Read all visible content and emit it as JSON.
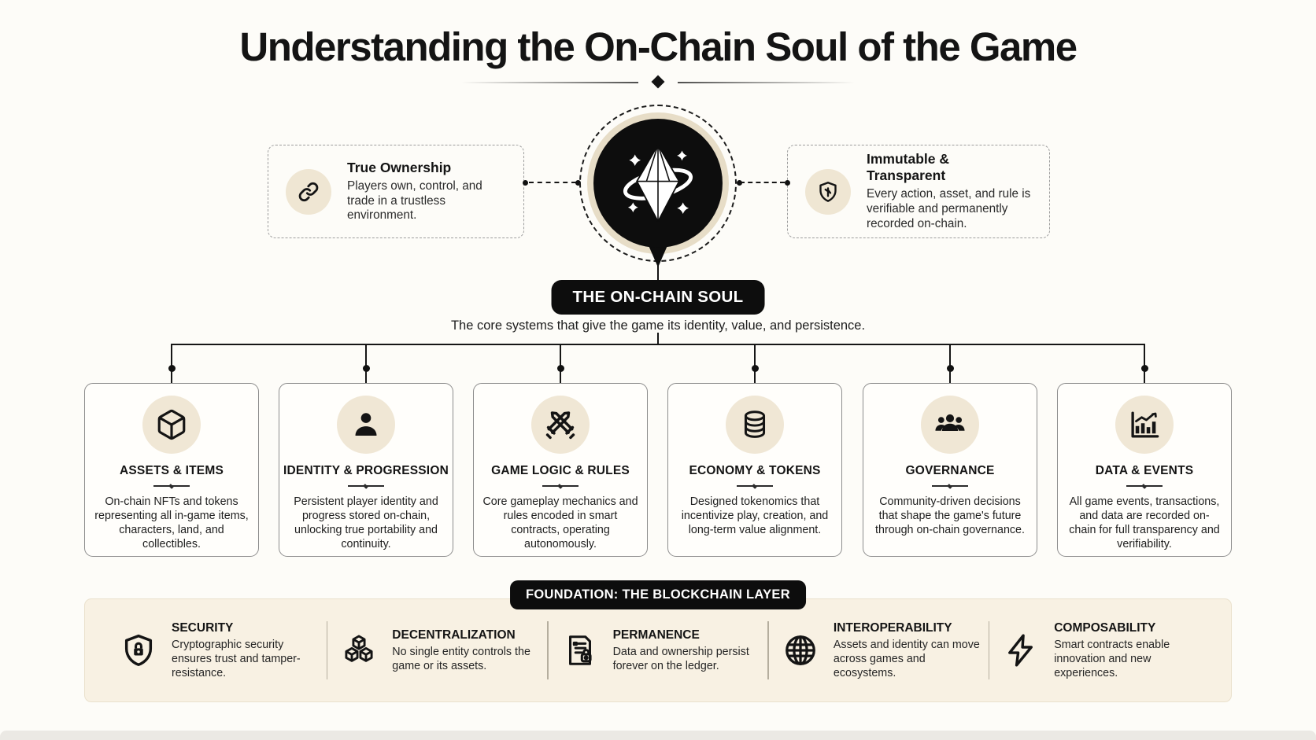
{
  "page": {
    "title": "Understanding the On-Chain Soul of the Game",
    "subtitle": "The core systems that give the game its identity, value, and persistence."
  },
  "center": {
    "pill_label": "THE ON-CHAIN SOUL",
    "icon": "ethereum-orbit-icon"
  },
  "side_callouts": [
    {
      "icon": "chain-link-icon",
      "title": "True Ownership",
      "description": "Players own, control, and trade in a trustless environment."
    },
    {
      "icon": "shield-check-icon",
      "title": "Immutable & Transparent",
      "description": "Every action, asset, and rule is verifiable and permanently recorded on-chain."
    }
  ],
  "core_systems": [
    {
      "icon": "cube-icon",
      "title": "ASSETS & ITEMS",
      "description": "On-chain NFTs and tokens representing all in-game items, characters, land, and collectibles."
    },
    {
      "icon": "person-icon",
      "title": "IDENTITY & PROGRESSION",
      "description": "Persistent player identity and progress stored on-chain, unlocking true portability and continuity."
    },
    {
      "icon": "crossed-swords-icon",
      "title": "GAME LOGIC & RULES",
      "description": "Core gameplay mechanics and rules encoded in smart contracts, operating autonomously."
    },
    {
      "icon": "coins-icon",
      "title": "ECONOMY & TOKENS",
      "description": "Designed tokenomics that incentivize play, creation, and long-term value alignment."
    },
    {
      "icon": "people-group-icon",
      "title": "GOVERNANCE",
      "description": "Community-driven decisions that shape the game's future through on-chain governance."
    },
    {
      "icon": "bar-chart-icon",
      "title": "DATA & EVENTS",
      "description": "All game events, transactions, and data are recorded on-chain for full transparency and verifiability."
    }
  ],
  "foundation": {
    "pill_label": "FOUNDATION: THE BLOCKCHAIN LAYER",
    "items": [
      {
        "icon": "shield-lock-icon",
        "title": "SECURITY",
        "description": "Cryptographic security ensures trust and tamper-resistance."
      },
      {
        "icon": "cubes-icon",
        "title": "DECENTRALIZATION",
        "description": "No single entity controls the game or its assets."
      },
      {
        "icon": "document-lock-icon",
        "title": "PERMANENCE",
        "description": "Data and ownership persist forever on the ledger."
      },
      {
        "icon": "globe-icon",
        "title": "INTEROPERABILITY",
        "description": "Assets and identity can move across games and ecosystems."
      },
      {
        "icon": "lightning-icon",
        "title": "COMPOSABILITY",
        "description": "Smart contracts enable innovation and new experiences."
      }
    ]
  },
  "colors": {
    "background": "#fdfcf8",
    "accent_black": "#0d0d0d",
    "beige_circle": "#f0e7d5",
    "hub_ring": "#e7ddc7",
    "strip_background": "#f8f1e3",
    "card_border": "#8d8d8d"
  }
}
